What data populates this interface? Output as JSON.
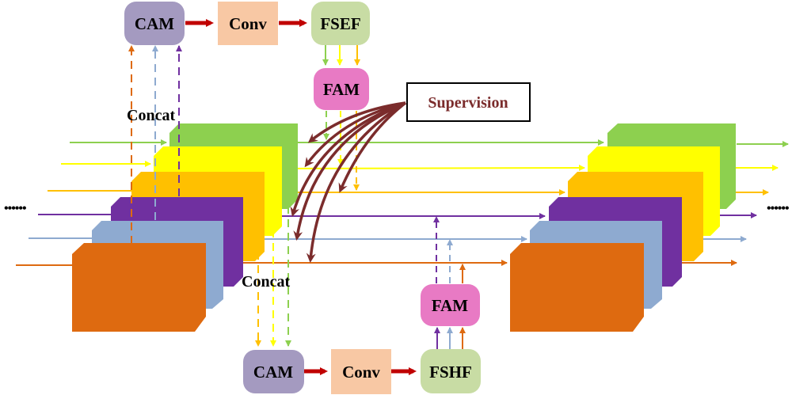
{
  "colors": {
    "green": "#8dd04f",
    "yellow": "#ffff00",
    "amber": "#ffc000",
    "purple": "#7030a0",
    "blue": "#8eaad0",
    "orange": "#de6a10",
    "cam": "#a49ac0",
    "conv": "#f8c8a4",
    "fsef": "#c8dca4",
    "fam": "#e87ac4",
    "red_arrow": "#c00000",
    "supervision": "#7b2c2c"
  },
  "top_pipeline": {
    "cam_label": "CAM",
    "conv_label": "Conv",
    "fsef_label": "FSEF",
    "fam_label": "FAM",
    "concat_label": "Concat"
  },
  "bottom_pipeline": {
    "cam_label": "CAM",
    "conv_label": "Conv",
    "fshf_label": "FSHF",
    "fam_label": "FAM",
    "concat_label": "Concat"
  },
  "supervision": {
    "label": "Supervision"
  },
  "ellipsis": {
    "left": "••••••",
    "right": "••••••"
  },
  "feature_layers": [
    "green",
    "yellow",
    "amber",
    "purple",
    "blue",
    "orange"
  ]
}
